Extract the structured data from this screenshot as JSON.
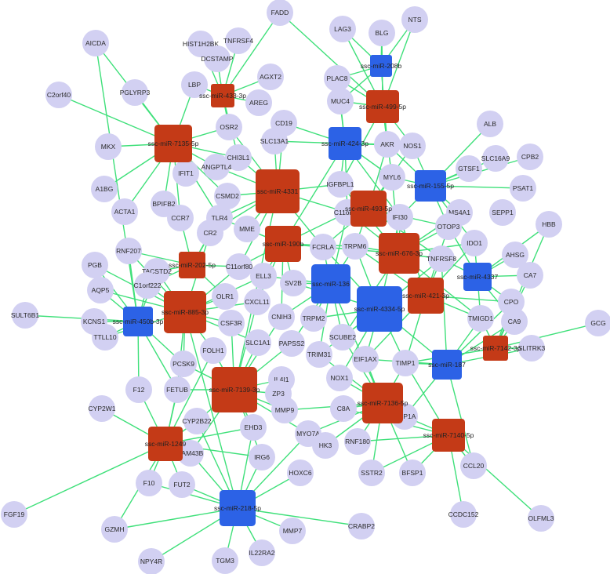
{
  "colors": {
    "edge": "#3fe07a",
    "gene_node": "#d2d0f2",
    "mirna_up": "#c43a17",
    "mirna_down": "#2c62e6"
  },
  "mirnas": [
    {
      "id": "m433",
      "label": "ssc-miR-433-3p",
      "group": "up"
    },
    {
      "id": "m208",
      "label": "ssc-miR-208b",
      "group": "down"
    },
    {
      "id": "m499",
      "label": "ssc-miR-499-5p",
      "group": "up"
    },
    {
      "id": "m7135",
      "label": "ssc-miR-7135-5p",
      "group": "up"
    },
    {
      "id": "m424",
      "label": "ssc-miR-424-3p",
      "group": "down"
    },
    {
      "id": "m4331",
      "label": "ssc-miR-4331",
      "group": "up"
    },
    {
      "id": "m155",
      "label": "ssc-miR-155-5p",
      "group": "down"
    },
    {
      "id": "m493",
      "label": "ssc-miR-493-5p",
      "group": "up"
    },
    {
      "id": "m190",
      "label": "ssc-miR-190b",
      "group": "up"
    },
    {
      "id": "m676",
      "label": "ssc-miR-676-3p",
      "group": "up"
    },
    {
      "id": "m202",
      "label": "ssc-miR-202-5p",
      "group": "up"
    },
    {
      "id": "m4337",
      "label": "ssc-miR-4337",
      "group": "down"
    },
    {
      "id": "m136",
      "label": "ssc-miR-136",
      "group": "down"
    },
    {
      "id": "m421",
      "label": "ssc-miR-421-3p",
      "group": "up"
    },
    {
      "id": "m885",
      "label": "ssc-miR-885-3p",
      "group": "up"
    },
    {
      "id": "m4334",
      "label": "ssc-miR-4334-5p",
      "group": "down"
    },
    {
      "id": "m450",
      "label": "ssc-miR-450b-3p",
      "group": "down"
    },
    {
      "id": "m7142",
      "label": "ssc-miR-7142-3p",
      "group": "up"
    },
    {
      "id": "m187",
      "label": "ssc-miR-187",
      "group": "down"
    },
    {
      "id": "m7139",
      "label": "ssc-miR-7139-3p",
      "group": "up"
    },
    {
      "id": "m7136",
      "label": "ssc-miR-7136-5p",
      "group": "up"
    },
    {
      "id": "m7140",
      "label": "ssc-miR-7140-5p",
      "group": "up"
    },
    {
      "id": "m1249",
      "label": "ssc-miR-1249",
      "group": "up"
    },
    {
      "id": "m218",
      "label": "ssc-miR-218-5p",
      "group": "down"
    }
  ],
  "genes": [
    "FADD",
    "NTS",
    "HIST1H2BK",
    "TNFRSF4",
    "LAG3",
    "BLG",
    "AICDA",
    "DCSTAMP",
    "AGXT2",
    "PLAC8",
    "LBP",
    "PGLYRP3",
    "C2orf40",
    "AREG",
    "MUC4",
    "ALB",
    "OSR2",
    "CD19",
    "MKX",
    "SLC13A1",
    "AKR",
    "NOS1",
    "CHI3L1",
    "CPB2",
    "IFIT1",
    "ANGPTL4",
    "GTSF1",
    "SLC16A9",
    "MYL6",
    "A1BG",
    "IGFBPL1",
    "CSMD2",
    "PSAT1",
    "BPIFB2",
    "ACTA1",
    "C11orf35",
    "IFI30",
    "MS4A1",
    "SEPP1",
    "CCR7",
    "TLR4",
    "HBB",
    "CR2",
    "MME",
    "OTOP3",
    "RNF207",
    "IDO1",
    "FCRLA",
    "TRPM6",
    "TNFRSF8",
    "AHSG",
    "PGB",
    "C11orf80",
    "TACSTD2",
    "CA7",
    "ELL3",
    "SV2B",
    "AQP5",
    "C1orf222",
    "OLR1",
    "CXCL11",
    "CPO",
    "SULT6B1",
    "KCNS1",
    "CNIH3",
    "TRPM2",
    "CSF3R",
    "TMIGD1",
    "CA9",
    "GCG",
    "TTLL10",
    "SLC1A1",
    "PAPSS2",
    "SCUBE2",
    "FOLH1",
    "SLITRK3",
    "TRIM31",
    "EIF1AX",
    "TIMP1",
    "PCSK9",
    "F12",
    "IL4I1",
    "NOX1",
    "FETUB",
    "ZP3",
    "CYP2W1",
    "MMP9",
    "C8A",
    "CYP2B22",
    "EHD3",
    "MYO7A",
    "MEP1A",
    "FAM43B",
    "RNF180",
    "HK3",
    "IRG6",
    "SSTR2",
    "BFSP1",
    "CCL20",
    "F10",
    "FUT2",
    "HOXC6",
    "FGF19",
    "CCDC152",
    "OLFML3",
    "GZMH",
    "MMP7",
    "CRABP2",
    "NPY4R",
    "TGM3",
    "IL22RA2"
  ]
}
